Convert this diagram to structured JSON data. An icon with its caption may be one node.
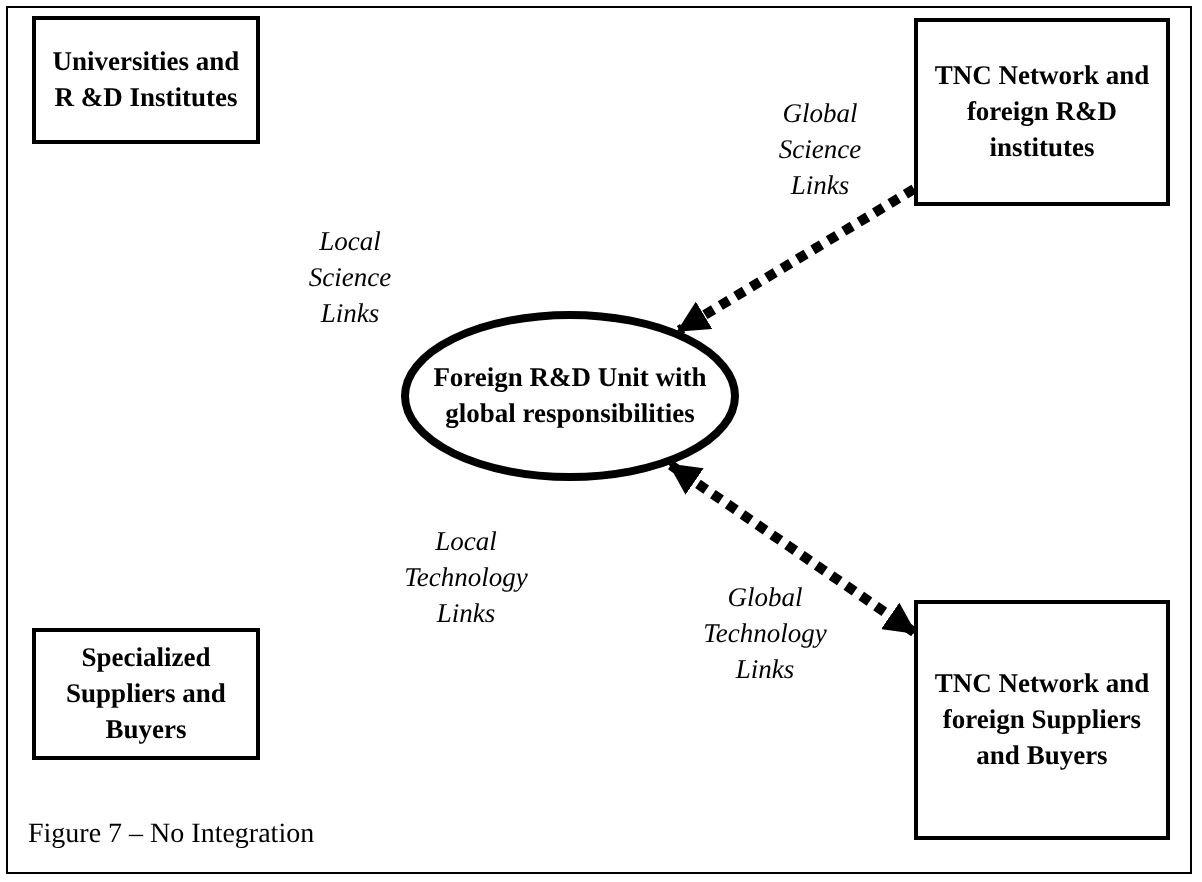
{
  "diagram": {
    "caption": "Figure 7 – No Integration",
    "nodes": [
      {
        "text": [
          "Universities and R &D Institutes"
        ]
      },
      {
        "text": [
          "TNC Network and foreign R&D institutes"
        ]
      },
      {
        "text": [
          "Foreign R&D Unit with global responsibilities"
        ]
      },
      {
        "text": [
          "Specialized Suppliers and Buyers"
        ]
      },
      {
        "text": [
          "TNC Network and foreign Suppliers and Buyers"
        ]
      }
    ],
    "edges": [
      {
        "from": 1,
        "to": 2,
        "arrow": "to",
        "style": "dashed"
      },
      {
        "from": 4,
        "to": 2,
        "arrow": "both",
        "style": "dashed"
      }
    ],
    "labels": [
      "Local Science Links",
      "Global Science Links",
      "Local Technology Links",
      "Global Technology Links"
    ]
  }
}
